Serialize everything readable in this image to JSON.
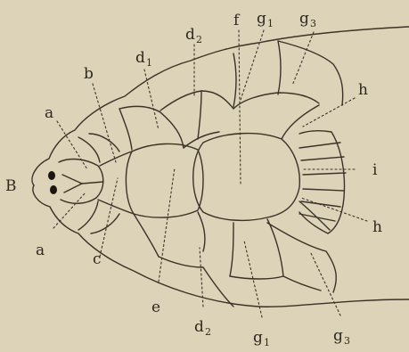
{
  "figure": {
    "labels": {
      "B": "B",
      "a_top": "a",
      "a_bottom": "a",
      "b": "b",
      "c": "c",
      "d1": "d",
      "d1_sub": "1",
      "d2_top": "d",
      "d2_top_sub": "2",
      "d2_bottom": "d",
      "d2_bottom_sub": "2",
      "e": "e",
      "f": "f",
      "g1_top": "g",
      "g1_top_sub": "1",
      "g3_top": "g",
      "g3_top_sub": "3",
      "g1_bottom": "g",
      "g1_bottom_sub": "1",
      "g3_bottom": "g",
      "g3_bottom_sub": "3",
      "h_top": "h",
      "h_bottom": "h",
      "i": "i"
    },
    "colors": {
      "background": "#dcd3b9",
      "ink": "#3a3226"
    }
  }
}
